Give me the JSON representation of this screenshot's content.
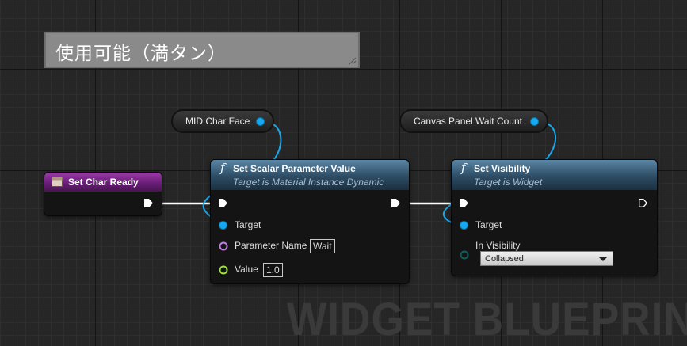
{
  "comment": {
    "title": "使用可能（満タン）"
  },
  "variables": {
    "mid_char_face": "MID Char Face",
    "canvas_panel_wait_count": "Canvas Panel Wait Count"
  },
  "event_node": {
    "title": "Set Char Ready"
  },
  "scalar_node": {
    "title": "Set Scalar Parameter Value",
    "subtitle": "Target is Material Instance Dynamic",
    "target_label": "Target",
    "parameter_name_label": "Parameter Name",
    "parameter_name_value": "Wait",
    "value_label": "Value",
    "value_value": "1.0",
    "function_icon": "f"
  },
  "visibility_node": {
    "title": "Set Visibility",
    "subtitle": "Target is Widget",
    "target_label": "Target",
    "in_visibility_label": "In Visibility",
    "in_visibility_value": "Collapsed",
    "function_icon": "f"
  },
  "watermark": "WIDGET BLUEPRINT",
  "colors": {
    "object_pin": "#17a9ef",
    "name_pin": "#c17ee5",
    "float_pin": "#9be33a",
    "byte_pin": "#0b5f5c",
    "function_header": "#3c6380",
    "event_header": "#7d2a8c"
  }
}
